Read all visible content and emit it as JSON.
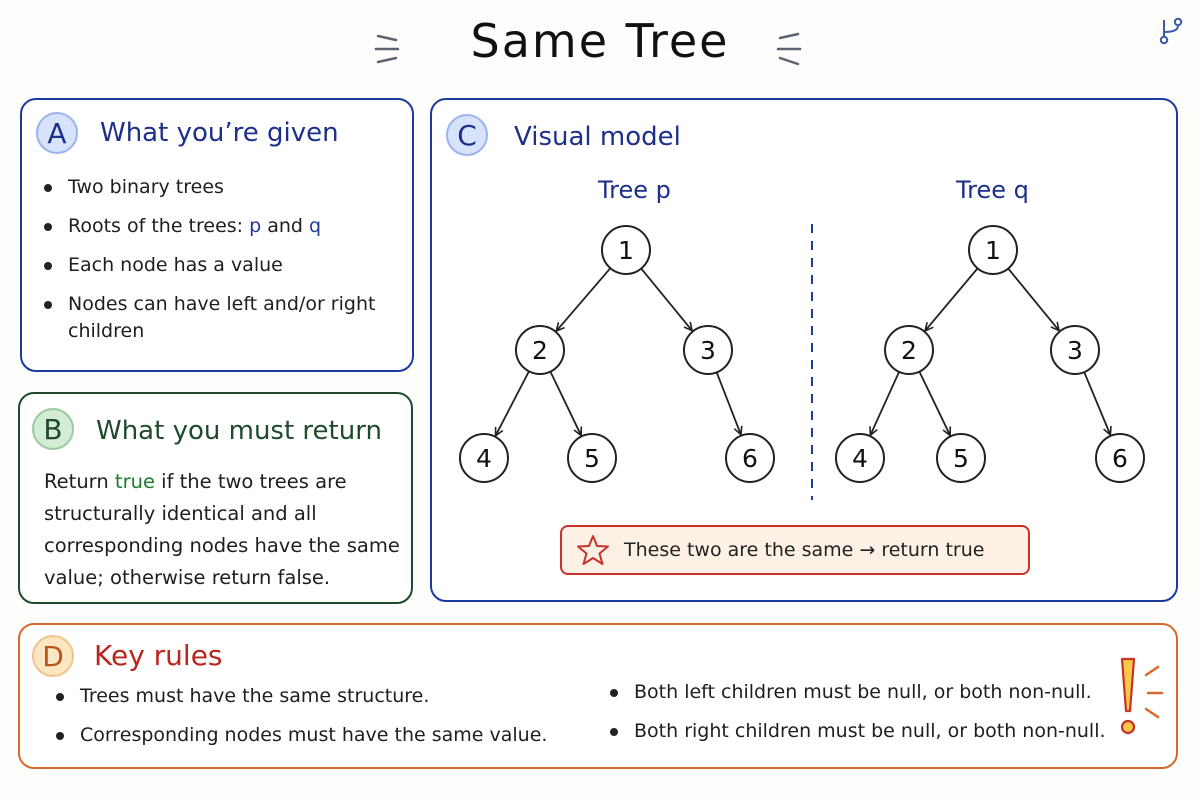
{
  "title": "Same Tree",
  "panel_a": {
    "badge": "A",
    "heading": "What you’re given",
    "items": [
      {
        "text": "Two binary trees"
      },
      {
        "prefix": "Roots of the trees: ",
        "p": "p",
        "mid": " and ",
        "q": "q"
      },
      {
        "text": "Each node has a value"
      },
      {
        "text": "Nodes can have left and/or right children"
      }
    ]
  },
  "panel_b": {
    "badge": "B",
    "heading": "What you must return",
    "text_1": "Return ",
    "keyword_true": "true",
    "text_2": " if the two trees are structurally identical and all corresponding nodes have the same value; otherwise return false."
  },
  "panel_c": {
    "badge": "C",
    "heading": "Visual model",
    "tree_p_label": "Tree p",
    "tree_q_label": "Tree q",
    "trees": [
      {
        "nodes": [
          {
            "id": "n1",
            "value": "1"
          },
          {
            "id": "n2",
            "value": "2"
          },
          {
            "id": "n3",
            "value": "3"
          },
          {
            "id": "n4",
            "value": "4"
          },
          {
            "id": "n5",
            "value": "5"
          },
          {
            "id": "n6",
            "value": "6"
          }
        ]
      },
      {
        "nodes": [
          {
            "id": "n1",
            "value": "1"
          },
          {
            "id": "n2",
            "value": "2"
          },
          {
            "id": "n3",
            "value": "3"
          },
          {
            "id": "n4",
            "value": "4"
          },
          {
            "id": "n5",
            "value": "5"
          },
          {
            "id": "n6",
            "value": "6"
          }
        ]
      }
    ],
    "edges": [
      [
        "n1",
        "n2"
      ],
      [
        "n1",
        "n3"
      ],
      [
        "n2",
        "n4"
      ],
      [
        "n2",
        "n5"
      ],
      [
        "n3",
        "n6"
      ]
    ],
    "callout": "These two are the same → return true"
  },
  "panel_d": {
    "badge": "D",
    "heading": "Key rules",
    "left_items": [
      "Trees must have the same structure.",
      "Corresponding nodes must have the same value."
    ],
    "right_items": [
      "Both left children must be null, or both non-null.",
      "Both right children must be null, or both non-null."
    ]
  },
  "colors": {
    "blue": "#1c3a9e",
    "green": "#1f4a2c",
    "orange": "#d8692a",
    "red": "#c8322a"
  }
}
